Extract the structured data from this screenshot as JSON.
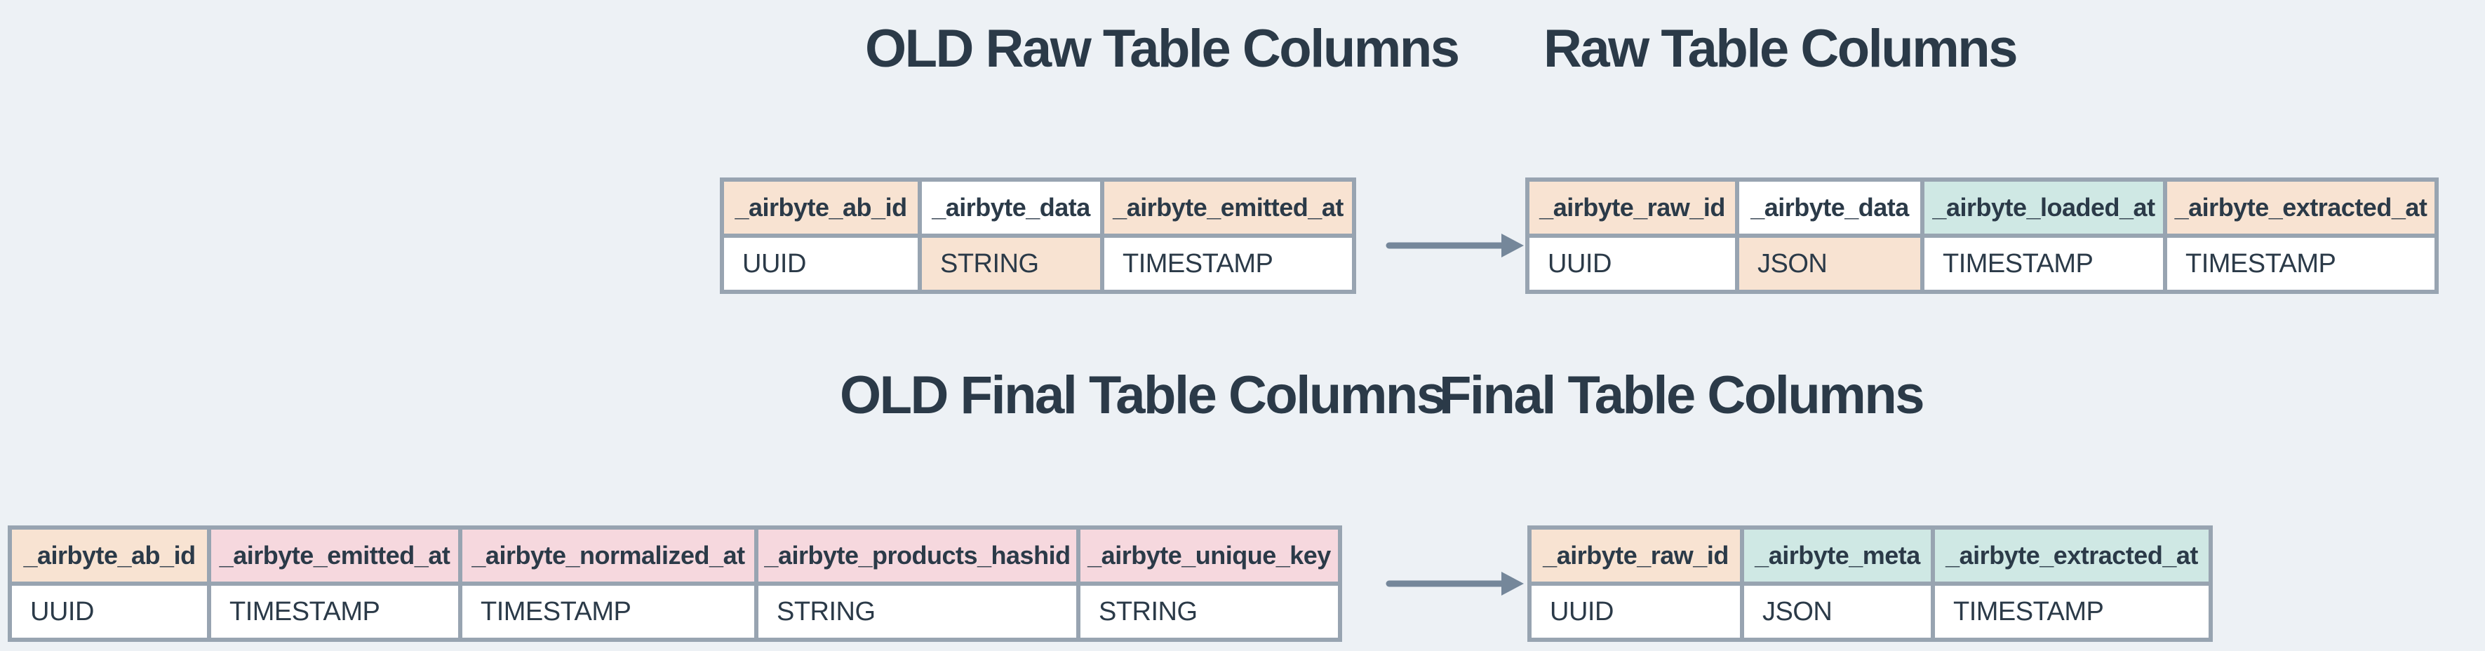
{
  "page": {
    "background": "#edf1f5",
    "description": "Airbyte old vs new raw/final table column comparison diagram"
  },
  "colors": {
    "background": "#edf1f5",
    "border": "#98a4b1",
    "text": "#2b3a48",
    "arrow": "#75879a",
    "highlight_peach": "#f8e3d2",
    "highlight_pink": "#f6d8de",
    "highlight_teal": "#cfe8e4"
  },
  "tables": {
    "old_raw": {
      "title": "OLD Raw Table Columns",
      "columns": [
        {
          "name": "_airbyte_ab_id",
          "type": "UUID",
          "name_hl": "peach",
          "type_hl": "none"
        },
        {
          "name": "_airbyte_data",
          "type": "STRING",
          "name_hl": "none",
          "type_hl": "peach"
        },
        {
          "name": "_airbyte_emitted_at",
          "type": "TIMESTAMP",
          "name_hl": "peach",
          "type_hl": "none"
        }
      ]
    },
    "raw": {
      "title": "Raw Table Columns",
      "columns": [
        {
          "name": "_airbyte_raw_id",
          "type": "UUID",
          "name_hl": "peach",
          "type_hl": "none"
        },
        {
          "name": "_airbyte_data",
          "type": "JSON",
          "name_hl": "none",
          "type_hl": "peach"
        },
        {
          "name": "_airbyte_loaded_at",
          "type": "TIMESTAMP",
          "name_hl": "teal",
          "type_hl": "none"
        },
        {
          "name": "_airbyte_extracted_at",
          "type": "TIMESTAMP",
          "name_hl": "peach",
          "type_hl": "none"
        }
      ]
    },
    "old_final": {
      "title": "OLD Final Table Columns",
      "columns": [
        {
          "name": "_airbyte_ab_id",
          "type": "UUID",
          "name_hl": "peach",
          "type_hl": "none"
        },
        {
          "name": "_airbyte_emitted_at",
          "type": "TIMESTAMP",
          "name_hl": "pink",
          "type_hl": "none"
        },
        {
          "name": "_airbyte_normalized_at",
          "type": "TIMESTAMP",
          "name_hl": "pink",
          "type_hl": "none"
        },
        {
          "name": "_airbyte_products_hashid",
          "type": "STRING",
          "name_hl": "pink",
          "type_hl": "none"
        },
        {
          "name": "_airbyte_unique_key",
          "type": "STRING",
          "name_hl": "pink",
          "type_hl": "none"
        }
      ]
    },
    "final": {
      "title": "Final Table Columns",
      "columns": [
        {
          "name": "_airbyte_raw_id",
          "type": "UUID",
          "name_hl": "peach",
          "type_hl": "none"
        },
        {
          "name": "_airbyte_meta",
          "type": "JSON",
          "name_hl": "teal",
          "type_hl": "none"
        },
        {
          "name": "_airbyte_extracted_at",
          "type": "TIMESTAMP",
          "name_hl": "teal",
          "type_hl": "none"
        }
      ]
    }
  }
}
